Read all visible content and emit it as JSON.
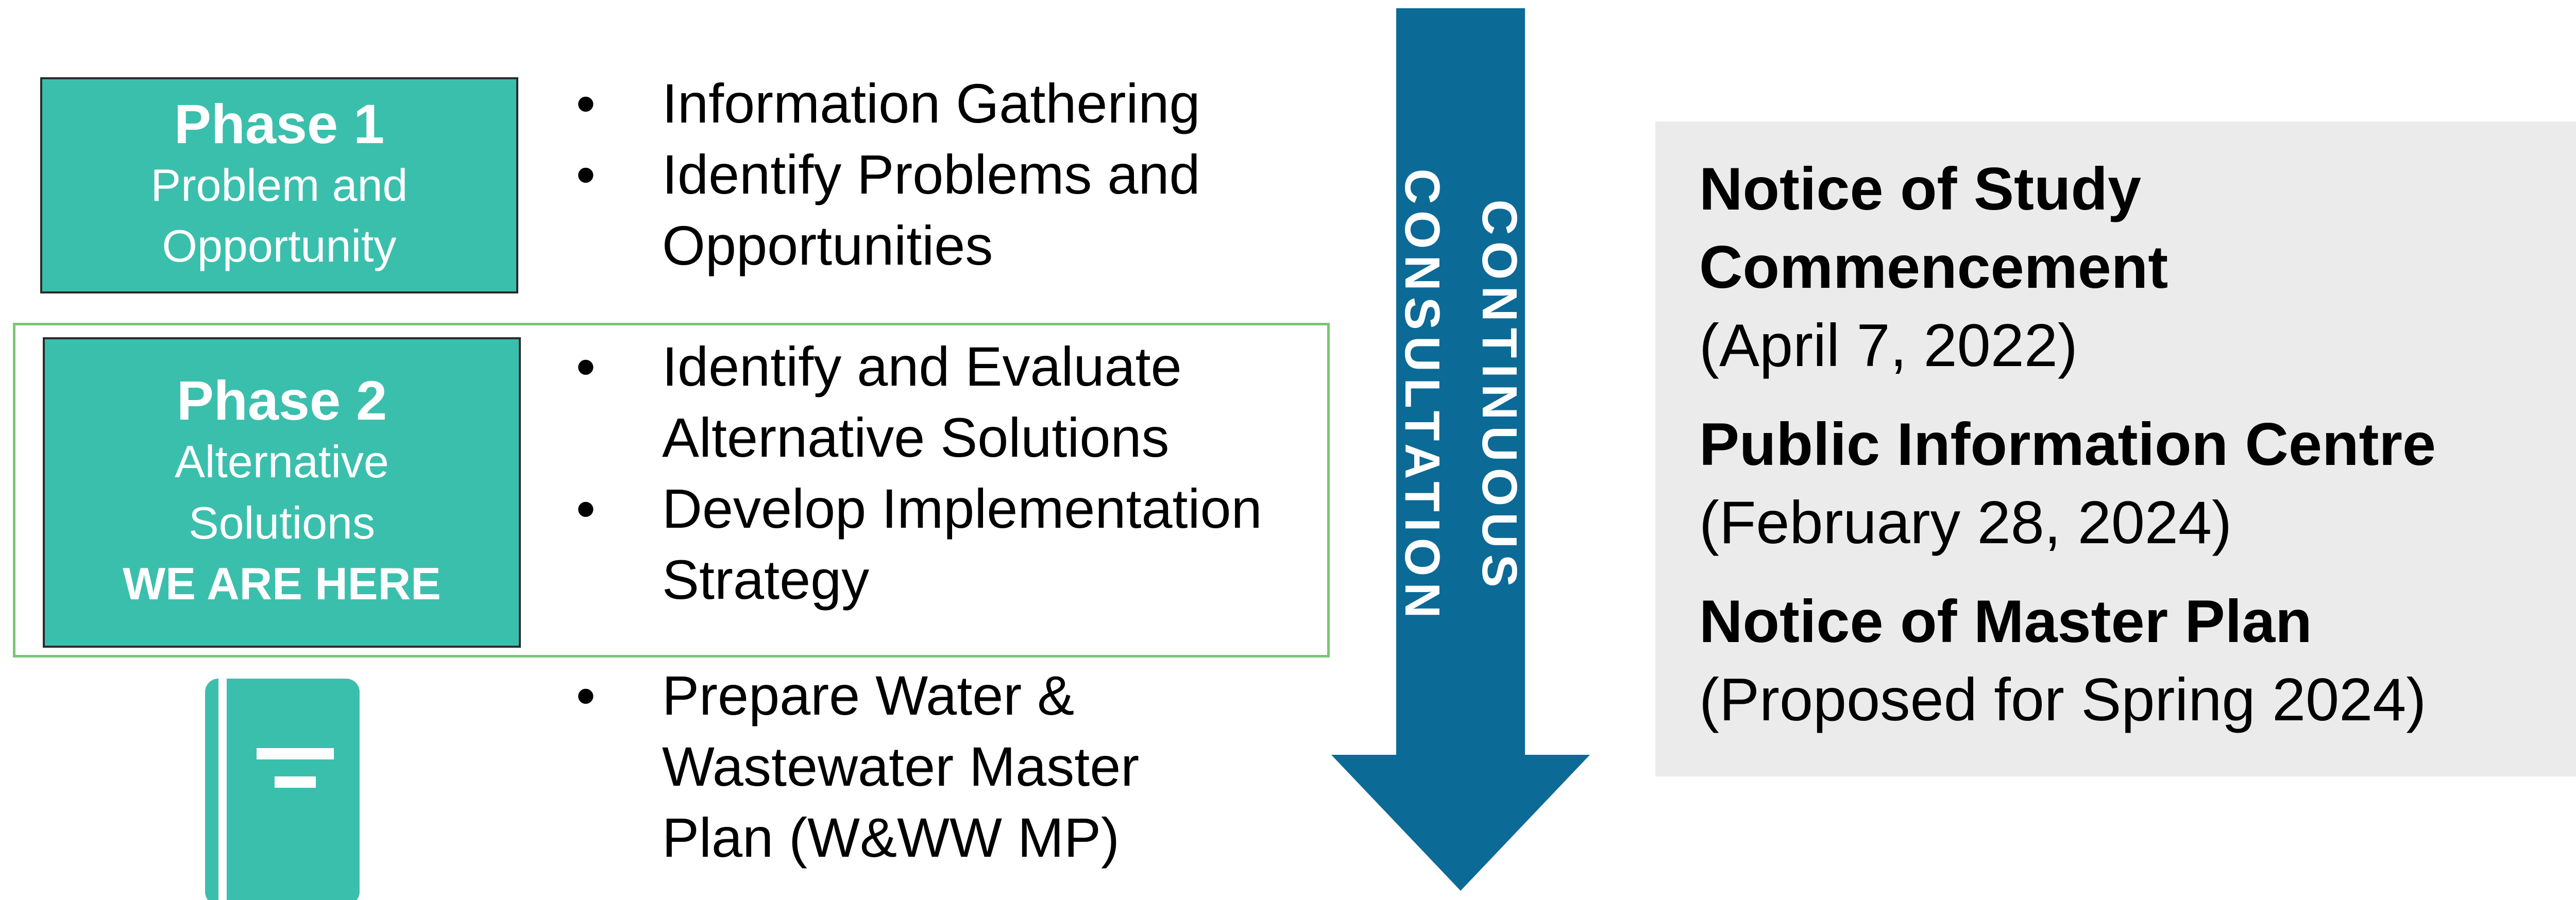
{
  "phases": [
    {
      "title": "Phase 1",
      "subtitle_lines": [
        "Problem and",
        "Opportunity"
      ],
      "marker": ""
    },
    {
      "title": "Phase 2",
      "subtitle_lines": [
        "Alternative",
        "Solutions"
      ],
      "marker": "WE ARE HERE"
    }
  ],
  "phase_bullets": [
    {
      "items": [
        {
          "lines": [
            "Information Gathering"
          ]
        },
        {
          "lines": [
            "Identify Problems and",
            "Opportunities"
          ]
        }
      ]
    },
    {
      "items": [
        {
          "lines": [
            "Identify and Evaluate",
            "Alternative Solutions"
          ]
        },
        {
          "lines": [
            "Develop Implementation",
            "Strategy"
          ]
        }
      ]
    },
    {
      "items": [
        {
          "lines": [
            "Prepare Water &",
            "Wastewater Master",
            "Plan (W&WW MP)"
          ]
        }
      ]
    }
  ],
  "bullet_char": "•",
  "consultation_arrow": {
    "lines": [
      "CONTINUOUS",
      "CONSULTATION"
    ],
    "color": "#0c6a96"
  },
  "notices": [
    {
      "title_lines": [
        "Notice of Study",
        "Commencement"
      ],
      "date": "(April 7, 2022)"
    },
    {
      "title_lines": [
        "Public Information Centre"
      ],
      "date": "(February 28, 2024)"
    },
    {
      "title_lines": [
        "Notice of Master Plan"
      ],
      "date": "(Proposed for Spring 2024)"
    }
  ],
  "colors": {
    "phase_fill": "#3bbfad",
    "highlight_border": "#7cc576",
    "panel_fill": "#ebebeb",
    "arrow": "#0c6a96"
  },
  "icons": {
    "master_plan": "document-icon"
  }
}
